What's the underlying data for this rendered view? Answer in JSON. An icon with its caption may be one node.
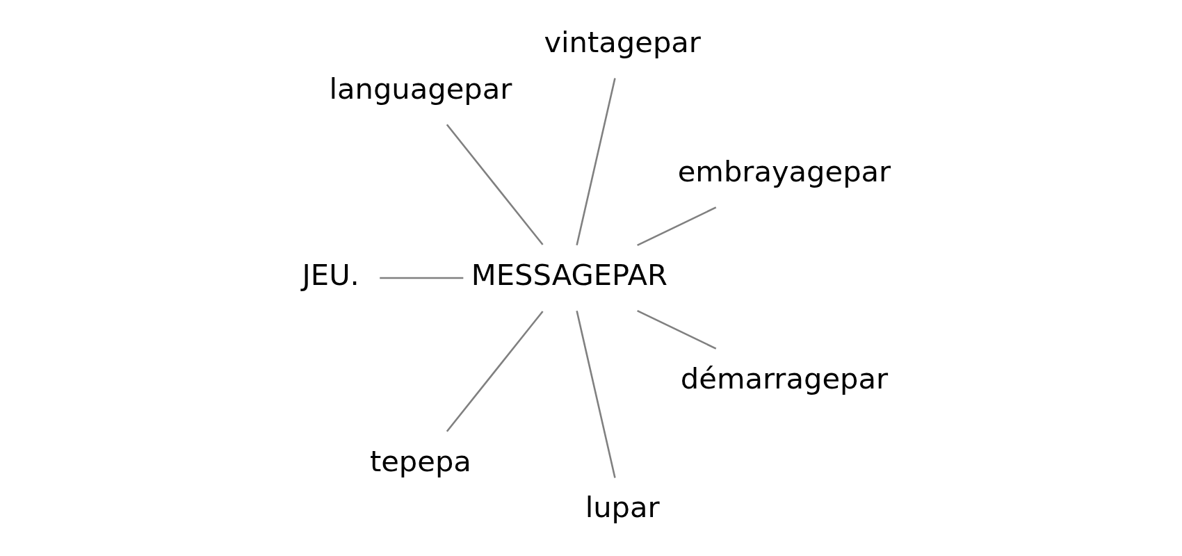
{
  "diagram": {
    "nodes": [
      {
        "text": [
          "embrayagepar"
        ]
      },
      {
        "text": [
          "vintagepar"
        ]
      },
      {
        "text": [
          "languagepar"
        ]
      },
      {
        "text": [
          "JEU."
        ]
      },
      {
        "text": [
          "MESSAGEPAR"
        ]
      },
      {
        "text": [
          "tepepa"
        ]
      },
      {
        "text": [
          "lupar"
        ]
      },
      {
        "text": [
          "démarragepar"
        ]
      }
    ],
    "edges": [
      {
        "from": 4,
        "to": 1,
        "arrow": "none"
      },
      {
        "from": 4,
        "to": 2,
        "arrow": "none"
      },
      {
        "from": 4,
        "to": 5,
        "arrow": "none"
      },
      {
        "from": 4,
        "to": 7,
        "arrow": "none"
      },
      {
        "from": 4,
        "to": 6,
        "arrow": "none"
      },
      {
        "from": 4,
        "to": 3,
        "arrow": "none"
      },
      {
        "from": 4,
        "to": 0,
        "arrow": "none"
      }
    ]
  }
}
